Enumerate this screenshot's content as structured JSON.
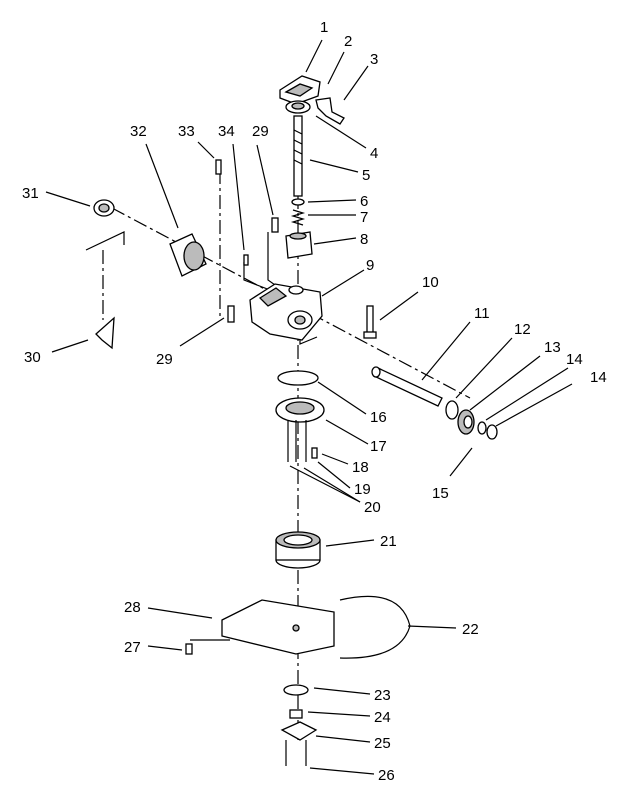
{
  "diagram": {
    "callouts": [
      "1",
      "2",
      "3",
      "4",
      "5",
      "6",
      "7",
      "8",
      "9",
      "10",
      "11",
      "12",
      "13",
      "14",
      "14",
      "15",
      "16",
      "17",
      "18",
      "19",
      "20",
      "21",
      "22",
      "23",
      "24",
      "25",
      "26",
      "27",
      "28",
      "29",
      "29",
      "30",
      "31",
      "32",
      "33",
      "34"
    ]
  },
  "colors": {
    "line": "#000000",
    "shade": "#bbbbbb",
    "background": "#ffffff"
  }
}
